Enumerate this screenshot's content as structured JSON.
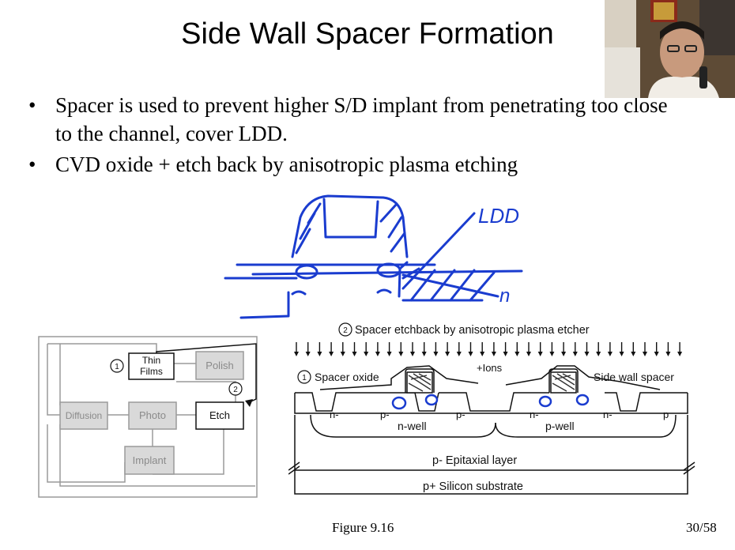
{
  "slide": {
    "title": "Side Wall Spacer Formation",
    "bullets": [
      "Spacer is used to prevent higher S/D implant from penetrating too close to the channel, cover LDD.",
      "CVD oxide + etch back by anisotropic plasma etching"
    ],
    "bullet_symbol": "•",
    "caption": "Figure 9.16",
    "page_number": "30/58"
  },
  "annotation": {
    "ldd_label": "LDD",
    "n_label": "n",
    "ink_color": "#1a3ccf"
  },
  "flow_diagram": {
    "nodes": {
      "thin_films": "Thin Films",
      "polish": "Polish",
      "diffusion": "Diffusion",
      "photo": "Photo",
      "etch": "Etch",
      "implant": "Implant"
    },
    "step_markers": [
      "1",
      "2"
    ]
  },
  "cross_section": {
    "step_title": "Spacer etchback by anisotropic plasma etcher",
    "step_marker": "2",
    "ions_label": "+Ions",
    "spacer_oxide_label": "Spacer oxide",
    "spacer_oxide_marker": "1",
    "side_wall_spacer_label": "Side wall spacer",
    "region_labels": [
      "n-",
      "p-",
      "p-",
      "n-",
      "n-",
      "p"
    ],
    "n_well": "n-well",
    "p_well": "p-well",
    "epitaxial": "p- Epitaxial layer",
    "substrate": "p+ Silicon substrate"
  }
}
